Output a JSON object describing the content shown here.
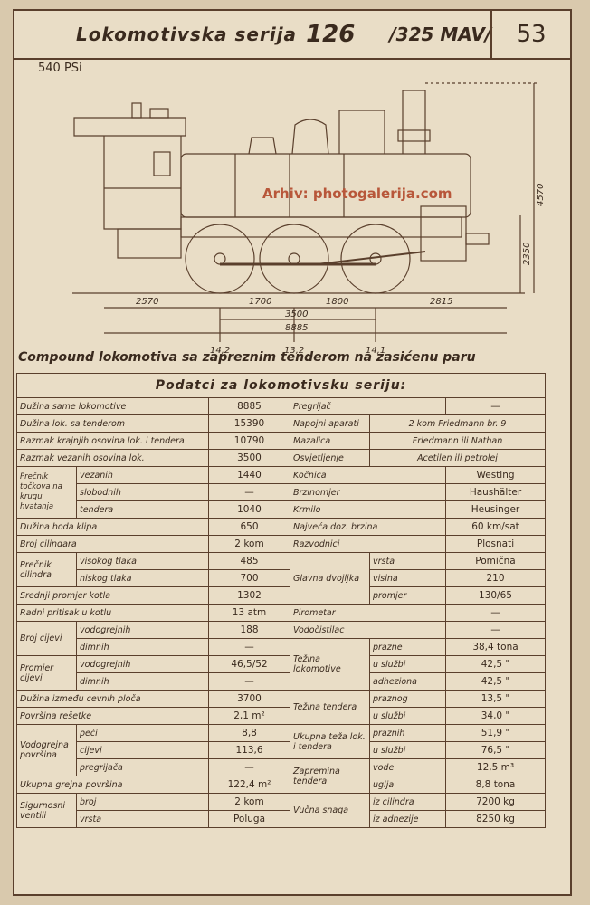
{
  "header": {
    "title": "Lokomotivska serija",
    "series": "126",
    "mav": "/325 MAV/",
    "page": "53"
  },
  "power": "540 PSi",
  "watermark": "Arhiv: photogalerija.com",
  "dimensions": {
    "overall_height": "4570",
    "boiler_axis": "2350",
    "segments": [
      "2570",
      "1700",
      "1800",
      "2815"
    ],
    "wheelbase": "3500",
    "total_length": "8885",
    "axle_loads": [
      "14,2",
      "13,2",
      "14,1"
    ]
  },
  "subtitle": "Compound lokomotiva sa zapreznim tenderom na zasićenu paru",
  "table": {
    "caption": "Podatci za lokomotivsku seriju:",
    "left": {
      "r1": [
        "Dužina same lokomotive",
        "8885"
      ],
      "r2": [
        "Dužina lok. sa tenderom",
        "15390"
      ],
      "r3": [
        "Razmak krajnjih osovina lok. i tendera",
        "10790"
      ],
      "r4": [
        "Razmak vezanih osovina lok.",
        "3500"
      ],
      "wheel_group": "Prečnik točkova na krugu hvatanja",
      "r5": [
        "vezanih",
        "1440"
      ],
      "r6": [
        "slobodnih",
        "—"
      ],
      "r7": [
        "tendera",
        "1040"
      ],
      "r8": [
        "Dužina hoda klipa",
        "650"
      ],
      "r9": [
        "Broj cilindara",
        "2 kom"
      ],
      "cyl_group": "Prečnik cilindra",
      "r10": [
        "visokog tlaka",
        "485"
      ],
      "r11": [
        "niskog tlaka",
        "700"
      ],
      "r12": [
        "Srednji promjer kotla",
        "1302"
      ],
      "r13": [
        "Radni pritisak u kotlu",
        "13 atm"
      ],
      "tubes_count_group": "Broj cijevi",
      "r14": [
        "vodogrejnih",
        "188"
      ],
      "r15": [
        "dimnih",
        "—"
      ],
      "tubes_diam_group": "Promjer cijevi",
      "r16": [
        "vodogrejnih",
        "46,5/52"
      ],
      "r17": [
        "dimnih",
        "—"
      ],
      "r18": [
        "Dužina između cevnih ploča",
        "3700"
      ],
      "r19": [
        "Površina rešetke",
        "2,1 m²"
      ],
      "heat_group": "Vodogrejna površina",
      "r20": [
        "peći",
        "8,8"
      ],
      "r21": [
        "cijevi",
        "113,6"
      ],
      "r22": [
        "pregrijača",
        "—"
      ],
      "r23": [
        "Ukupna grejna površina",
        "122,4 m²"
      ],
      "valve_group": "Sigurnosni ventili",
      "r24": [
        "broj",
        "2 kom"
      ],
      "r25": [
        "vrsta",
        "Poluga"
      ]
    },
    "right": {
      "r1": [
        "Pregrijač",
        "—"
      ],
      "r2": [
        "Napojni aparati",
        "2 kom Friedmann br. 9"
      ],
      "r3": [
        "Mazalica",
        "Friedmann ili Nathan"
      ],
      "r4": [
        "Osvjetljenje",
        "Acetilen ili petrolej"
      ],
      "r5": [
        "Kočnica",
        "Westing"
      ],
      "r6": [
        "Brzinomjer",
        "Haushälter"
      ],
      "r7": [
        "Krmilo",
        "Heusinger"
      ],
      "r8": [
        "Najveća doz. brzina",
        "60 km/sat"
      ],
      "r9": [
        "Razvodnici",
        "Plosnati"
      ],
      "dome_group": "Glavna dvojljka",
      "r10": [
        "vrsta",
        "Pomična"
      ],
      "r11": [
        "visina",
        "210"
      ],
      "r12": [
        "promjer",
        "130/65"
      ],
      "r13": [
        "Pirometar",
        "—"
      ],
      "r14": [
        "Vodočistilac",
        "—"
      ],
      "weight_loco_group": "Težina lokomotive",
      "r15": [
        "prazne",
        "38,4 tona"
      ],
      "r16": [
        "u službi",
        "42,5 \""
      ],
      "r17": [
        "adhezionа",
        "42,5 \""
      ],
      "weight_tender_group": "Težina tendera",
      "r18": [
        "praznog",
        "13,5 \""
      ],
      "r19": [
        "u službi",
        "34,0 \""
      ],
      "total_group": "Ukupna teža lok. i tendera",
      "r20": [
        "praznih",
        "51,9 \""
      ],
      "r21": [
        "u službi",
        "76,5 \""
      ],
      "capacity_group": "Zapremina tendera",
      "r22": [
        "vode",
        "12,5 m³"
      ],
      "r23": [
        "uglja",
        "8,8 tona"
      ],
      "force_group": "Vučna snaga",
      "r24": [
        "iz cilindra",
        "7200 kg"
      ],
      "r25": [
        "iz adhezije",
        "8250 kg"
      ]
    }
  }
}
